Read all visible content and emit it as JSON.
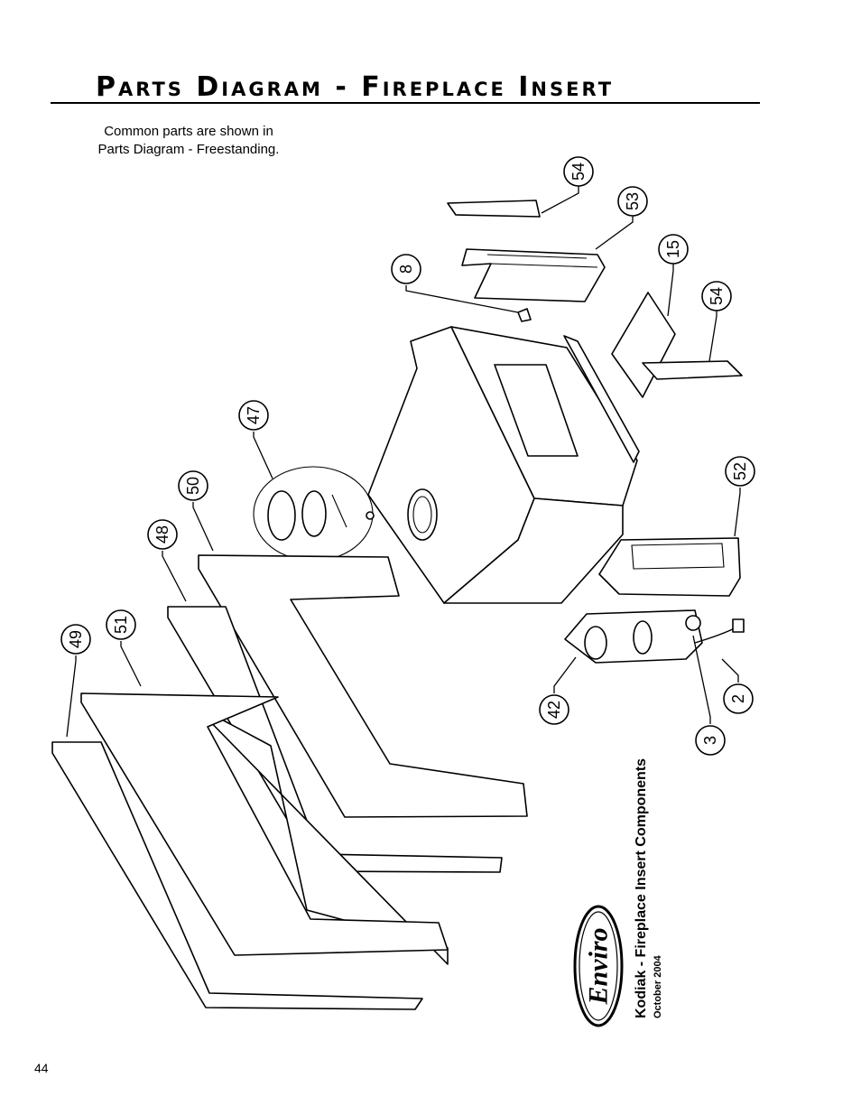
{
  "page": {
    "title": "Parts Diagram - Fireplace Insert",
    "intro_note": [
      "Common parts are shown in",
      "Parts Diagram - Freestanding."
    ],
    "page_number": "44"
  },
  "caption": {
    "title": "Kodiak - Fireplace Insert Components",
    "date": "October 2004",
    "logo_text": "Enviro"
  },
  "callouts": {
    "c54a": "54",
    "c53": "53",
    "c15": "15",
    "c54b": "54",
    "c8": "8",
    "c47": "47",
    "c50": "50",
    "c52": "52",
    "c48": "48",
    "c51": "51",
    "c49": "49",
    "c42": "42",
    "c2": "2",
    "c3": "3"
  }
}
